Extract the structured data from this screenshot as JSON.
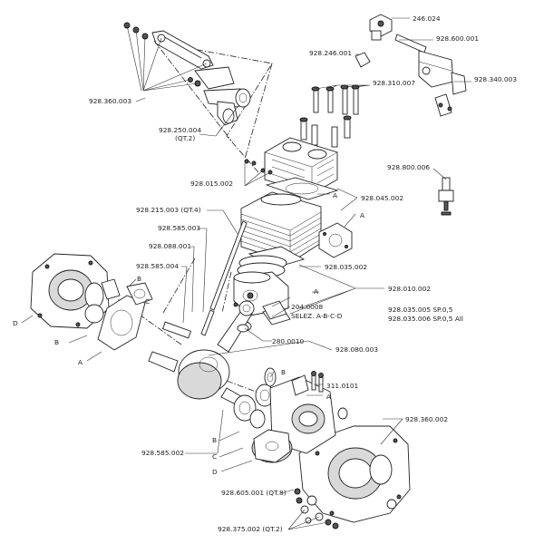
{
  "labels": {
    "p246024": "246.024",
    "p928600001": "928.600.001",
    "p928246001": "928.246.001",
    "p928340003": "928.340.003",
    "p928310007": "928.310.007",
    "p928360003": "928.360.003",
    "p928250004": "928.250.004",
    "p928250004_qty": "(QT.2)",
    "p928800006": "928.800.006",
    "p928015002": "928.015.002",
    "p928045002": "928.045.002",
    "p928215003": "928.215.003 (QT.4)",
    "p928585003": "928.585.003",
    "p928088001": "928.088.001",
    "p928585004": "928.585.004",
    "p928035002": "928.035.002",
    "p928010002": "928.010.002",
    "p2040008": "204.0008",
    "selez": "SELEZ. A-B-C-D",
    "p928035005": "928.035.005  SP.0,5",
    "p928035006": "928.035.006  SP.0,5 All",
    "p2800010": "280.0010",
    "p928080003": "928.080.003",
    "p3110101": "311.0101",
    "p928360002": "928.360.002",
    "p928585002": "928.585.002",
    "p928605001": "928.605.001 (QT.8)",
    "p928375002": "928.375.002 (QT.2)",
    "letter_a": "A",
    "letter_b": "B",
    "letter_c": "C",
    "letter_d": "D"
  }
}
